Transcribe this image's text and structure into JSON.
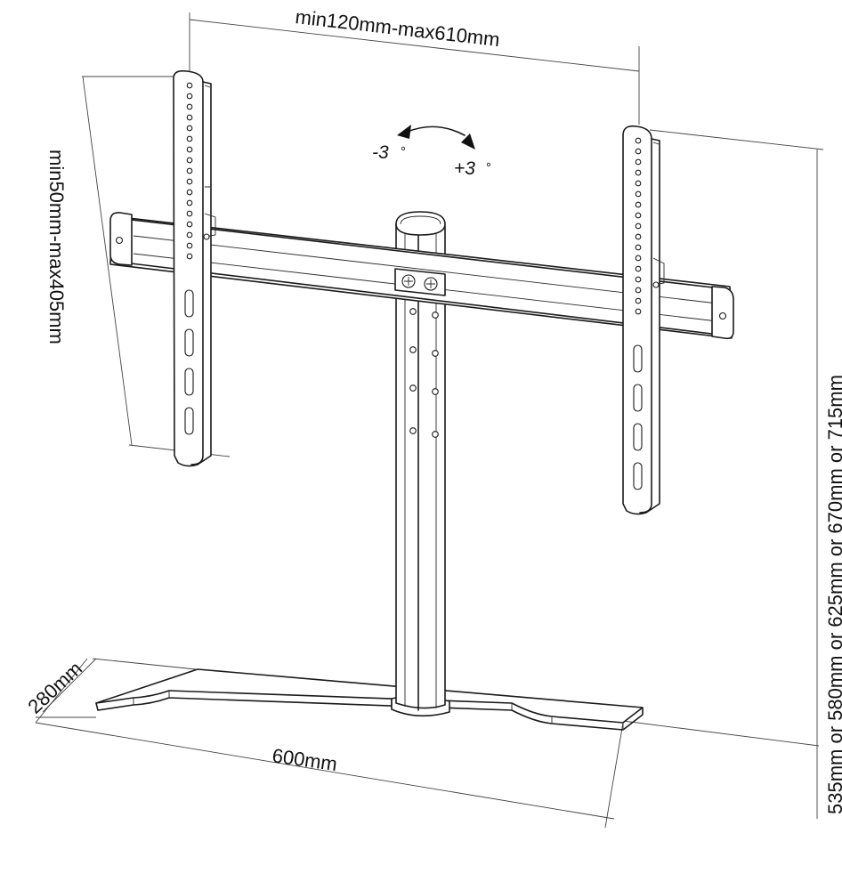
{
  "labels": {
    "width_vesa": "min120mm-max610mm",
    "height_vesa": "min50mm-max405mm",
    "total_height": "535mm or 580mm or 625mm or 670mm or 715mm",
    "base_depth": "280mm",
    "base_width": "600mm",
    "tilt_minus": "-3",
    "tilt_plus": "+3",
    "degree_symbol": "°"
  }
}
